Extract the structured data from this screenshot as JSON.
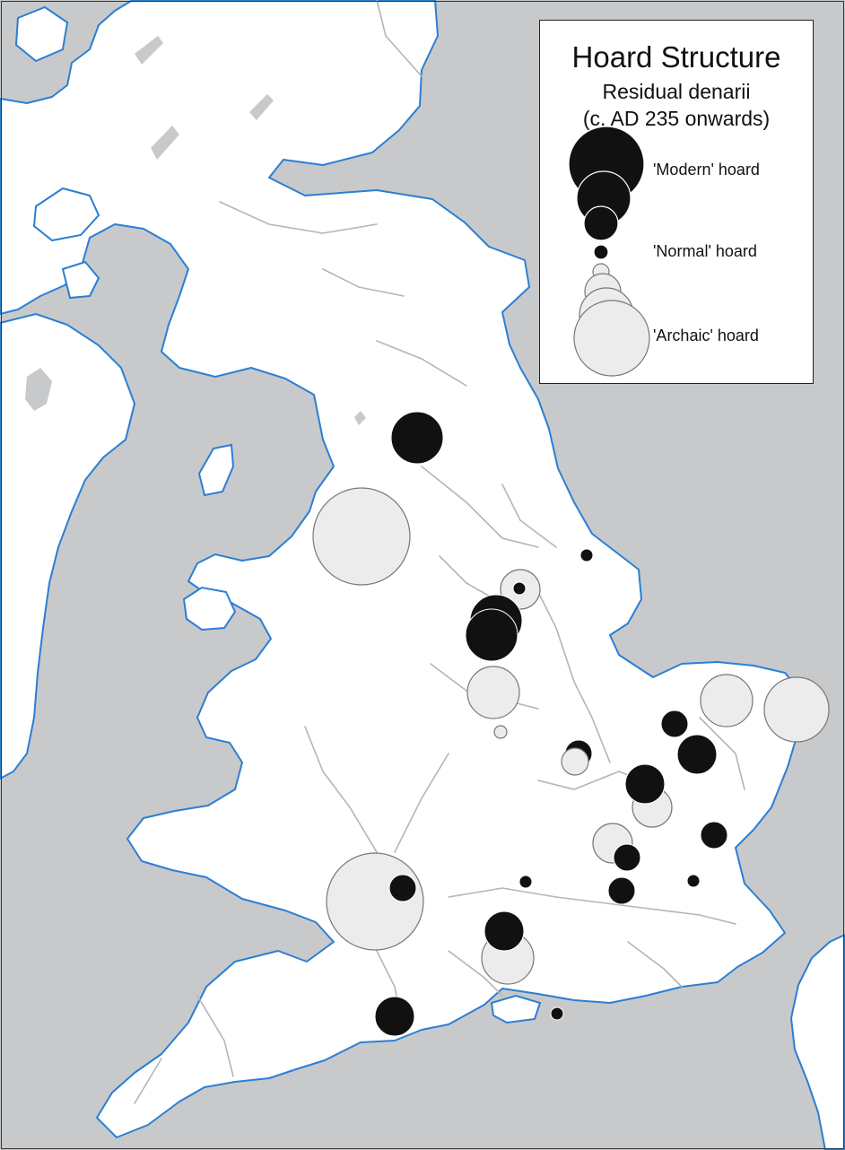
{
  "legend": {
    "title": "Hoard Structure",
    "subtitle1": "Residual denarii",
    "subtitle2": "(c. AD 235 onwards)",
    "modern_label": "'Modern' hoard",
    "normal_label": "'Normal' hoard",
    "archaic_label": "'Archaic' hoard"
  },
  "colors": {
    "sea": "#c8c9cb",
    "land": "#ffffff",
    "coast": "#2a7fd4",
    "river": "#b5b5b5",
    "lake": "#c8c9cb",
    "modern_fill": "#111111",
    "archaic_fill": "#ececec",
    "archaic_stroke": "#777777"
  },
  "hoards": [
    {
      "type": "archaic",
      "size": 6
    },
    {
      "type": "archaic",
      "size": 3
    },
    {
      "type": "modern",
      "size": 1
    },
    {
      "type": "modern",
      "size": 4
    },
    {
      "type": "modern",
      "size": 4
    },
    {
      "type": "modern",
      "size": 1
    },
    {
      "type": "archaic",
      "size": 4
    },
    {
      "type": "archaic",
      "size": 1
    },
    {
      "type": "modern",
      "size": 4
    },
    {
      "type": "archaic",
      "size": 4
    },
    {
      "type": "archaic",
      "size": 5
    },
    {
      "type": "modern",
      "size": 2
    },
    {
      "type": "modern",
      "size": 2
    },
    {
      "type": "modern",
      "size": 3
    },
    {
      "type": "archaic",
      "size": 2
    },
    {
      "type": "archaic",
      "size": 3
    },
    {
      "type": "modern",
      "size": 3
    },
    {
      "type": "archaic",
      "size": 3
    },
    {
      "type": "modern",
      "size": 2
    },
    {
      "type": "modern",
      "size": 2
    },
    {
      "type": "modern",
      "size": 1
    },
    {
      "type": "modern",
      "size": 1
    },
    {
      "type": "modern",
      "size": 2
    },
    {
      "type": "archaic",
      "size": 6
    },
    {
      "type": "modern",
      "size": 2
    },
    {
      "type": "archaic",
      "size": 4
    },
    {
      "type": "modern",
      "size": 3
    },
    {
      "type": "modern",
      "size": 3
    },
    {
      "type": "modern",
      "size": 1
    }
  ]
}
